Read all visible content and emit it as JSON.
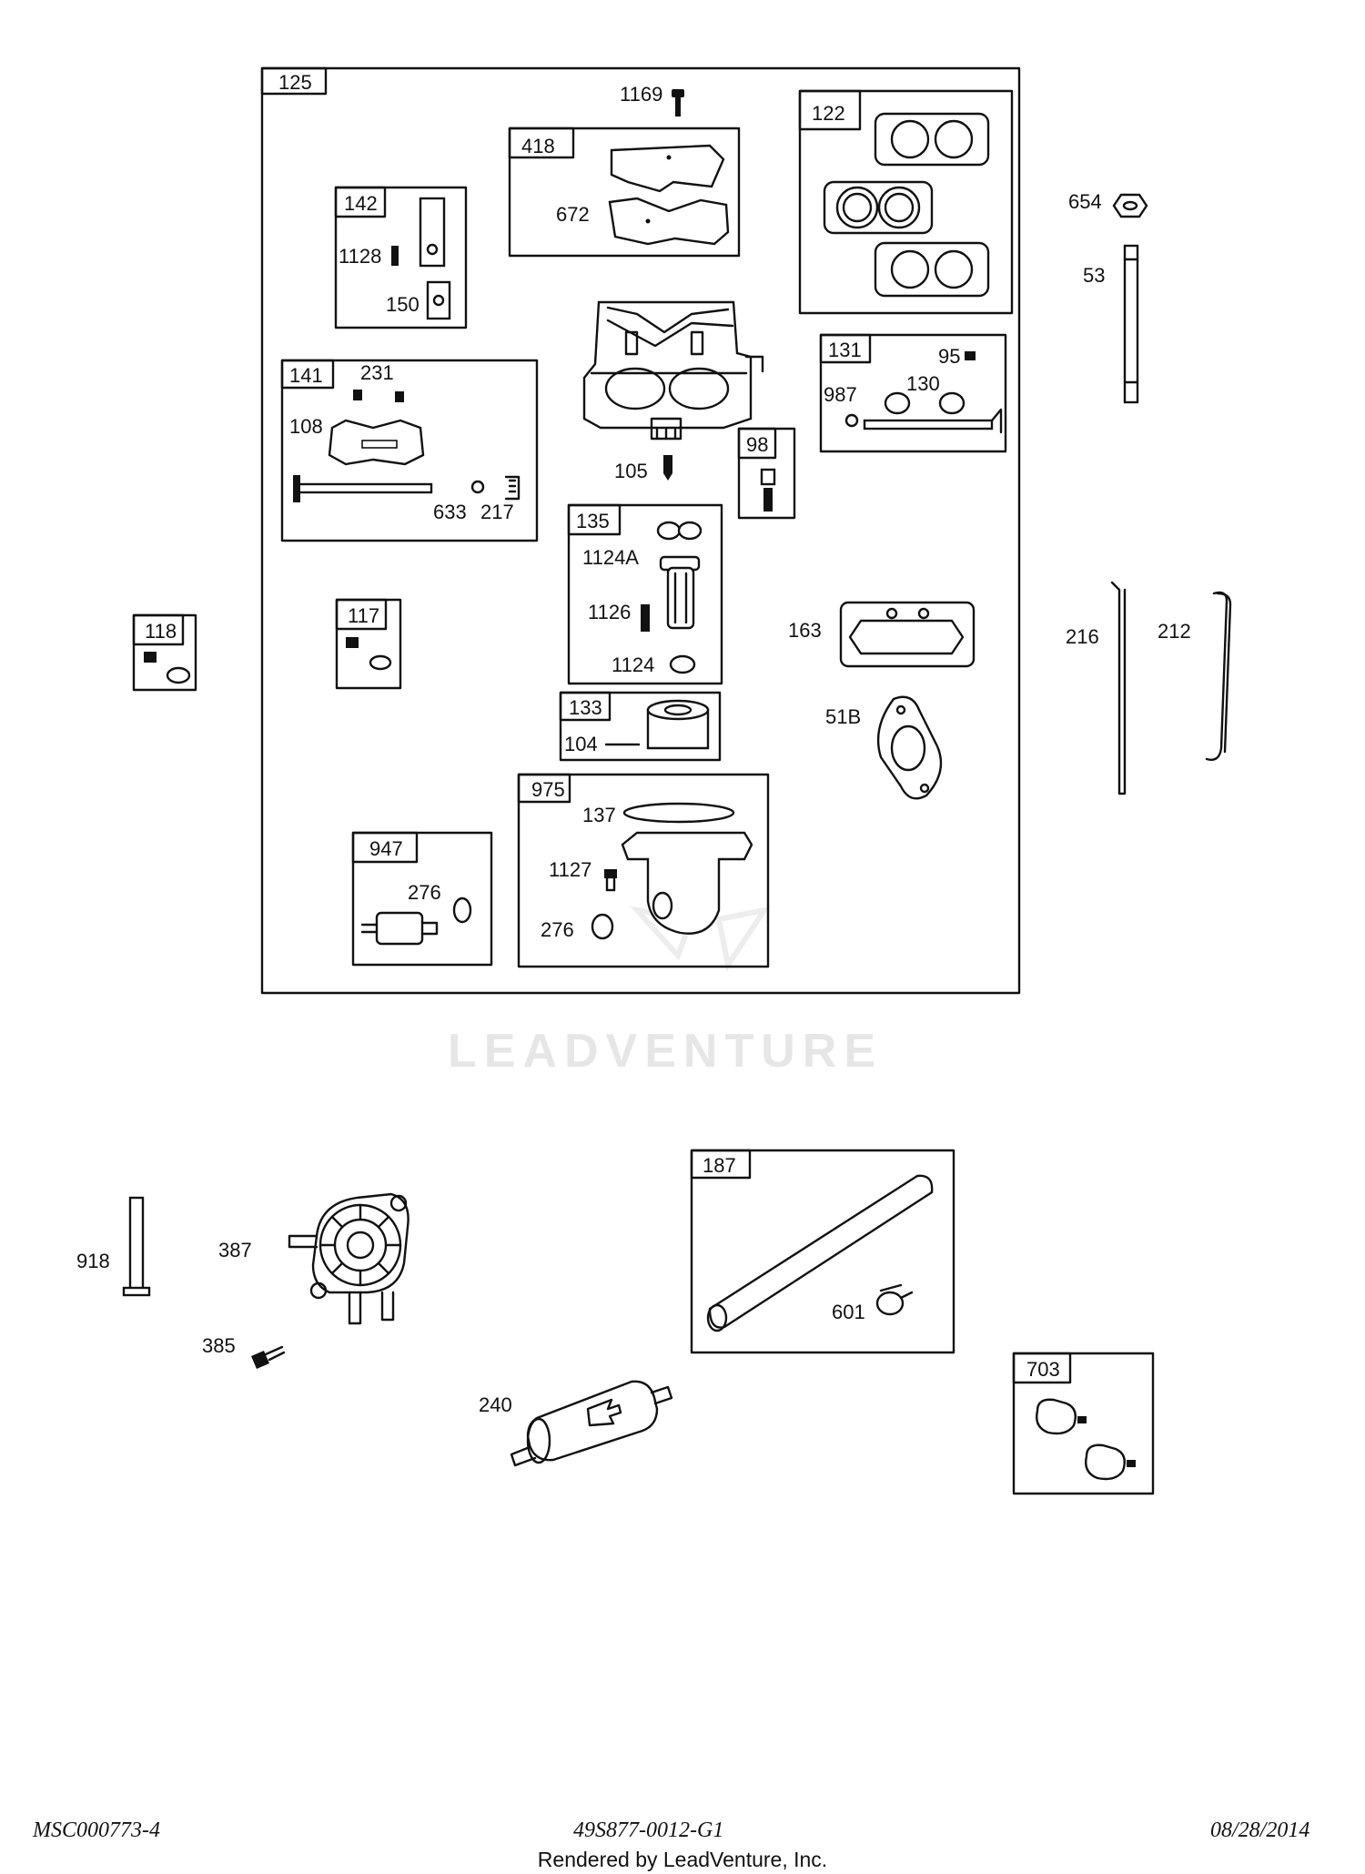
{
  "watermark": "LEADVENTURE",
  "footer": {
    "left": "MSC000773-4",
    "center": "49S877-0012-G1",
    "right": "08/28/2014",
    "rendered_by": "Rendered by LeadVenture, Inc."
  },
  "kits": {
    "k125": "125",
    "k418": "418",
    "k122": "122",
    "k142": "142",
    "k141": "141",
    "k131": "131",
    "k98": "98",
    "k135": "135",
    "k118": "118",
    "k117": "117",
    "k133": "133",
    "k975": "975",
    "k947": "947",
    "k187": "187",
    "k703": "703"
  },
  "parts": {
    "p1169": "1169",
    "p672": "672",
    "p1128": "1128",
    "p150": "150",
    "p231": "231",
    "p108": "108",
    "p633": "633",
    "p217": "217",
    "p105": "105",
    "p95": "95",
    "p987": "987",
    "p130": "130",
    "p1124A": "1124A",
    "p1126": "1126",
    "p1124": "1124",
    "p654": "654",
    "p53": "53",
    "p163": "163",
    "p51B": "51B",
    "p216": "216",
    "p212": "212",
    "p104": "104",
    "p137": "137",
    "p1127": "1127",
    "p276a": "276",
    "p276b": "276",
    "p918": "918",
    "p387": "387",
    "p385": "385",
    "p240": "240",
    "p601": "601"
  }
}
